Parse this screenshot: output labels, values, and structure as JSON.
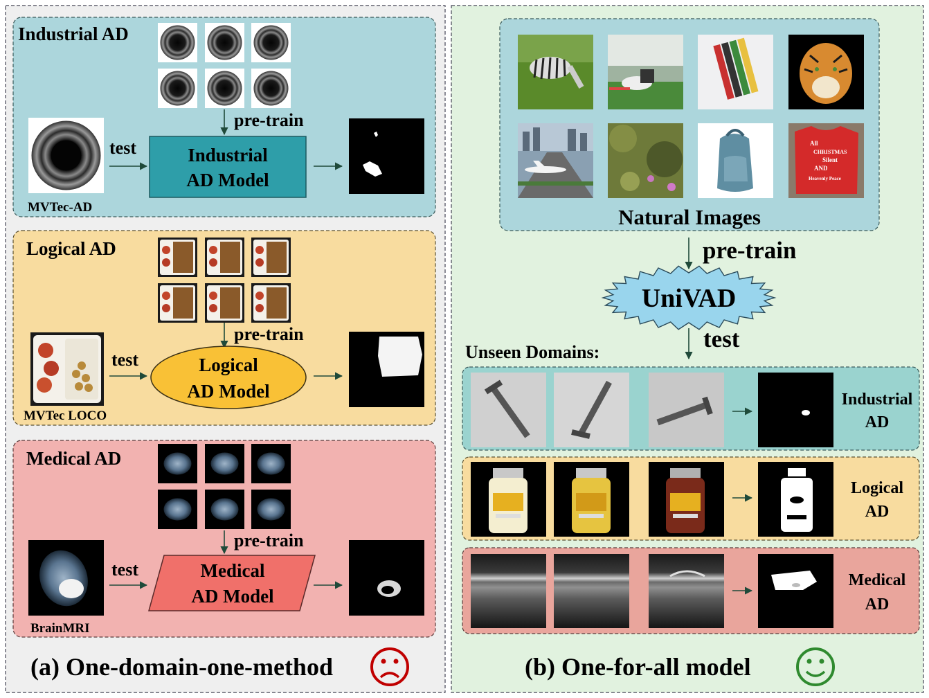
{
  "left": {
    "caption": "(a) One-domain-one-method",
    "industrial": {
      "title": "Industrial AD",
      "pretrain": "pre-train",
      "test": "test",
      "model_line1": "Industrial",
      "model_line2": "AD Model",
      "dataset": "MVTec-AD"
    },
    "logical": {
      "title": "Logical AD",
      "pretrain": "pre-train",
      "test": "test",
      "model_line1": "Logical",
      "model_line2": "AD Model",
      "dataset": "MVTec LOCO"
    },
    "medical": {
      "title": "Medical AD",
      "pretrain": "pre-train",
      "test": "test",
      "model_line1": "Medical",
      "model_line2": "AD Model",
      "dataset": "BrainMRI"
    }
  },
  "right": {
    "caption": "(b) One-for-all model",
    "natural_label": "Natural Images",
    "pretrain": "pre-train",
    "model": "UniVAD",
    "test": "test",
    "unseen_label": "Unseen Domains:",
    "rows": [
      {
        "line1": "Industrial",
        "line2": "AD"
      },
      {
        "line1": "Logical",
        "line2": "AD"
      },
      {
        "line1": "Medical",
        "line2": "AD"
      }
    ],
    "shirt_text": [
      "All",
      "CHRISTMAS",
      "Silent",
      "AND",
      "Heavenly Peace"
    ]
  },
  "colors": {
    "industrial_bg": "#acd6dc",
    "logical_bg": "#f8dc9f",
    "medical_bg": "#f2b2b0",
    "left_panel_bg": "#efefef",
    "right_panel_bg": "#e1f2df",
    "industrial_model": "#2e9ea9",
    "logical_model": "#f9c136",
    "medical_model": "#f0706a",
    "univad": "#99d5ed",
    "sad": "#c00000",
    "happy": "#2f8a2f",
    "arrow": "#1f4a3a"
  }
}
